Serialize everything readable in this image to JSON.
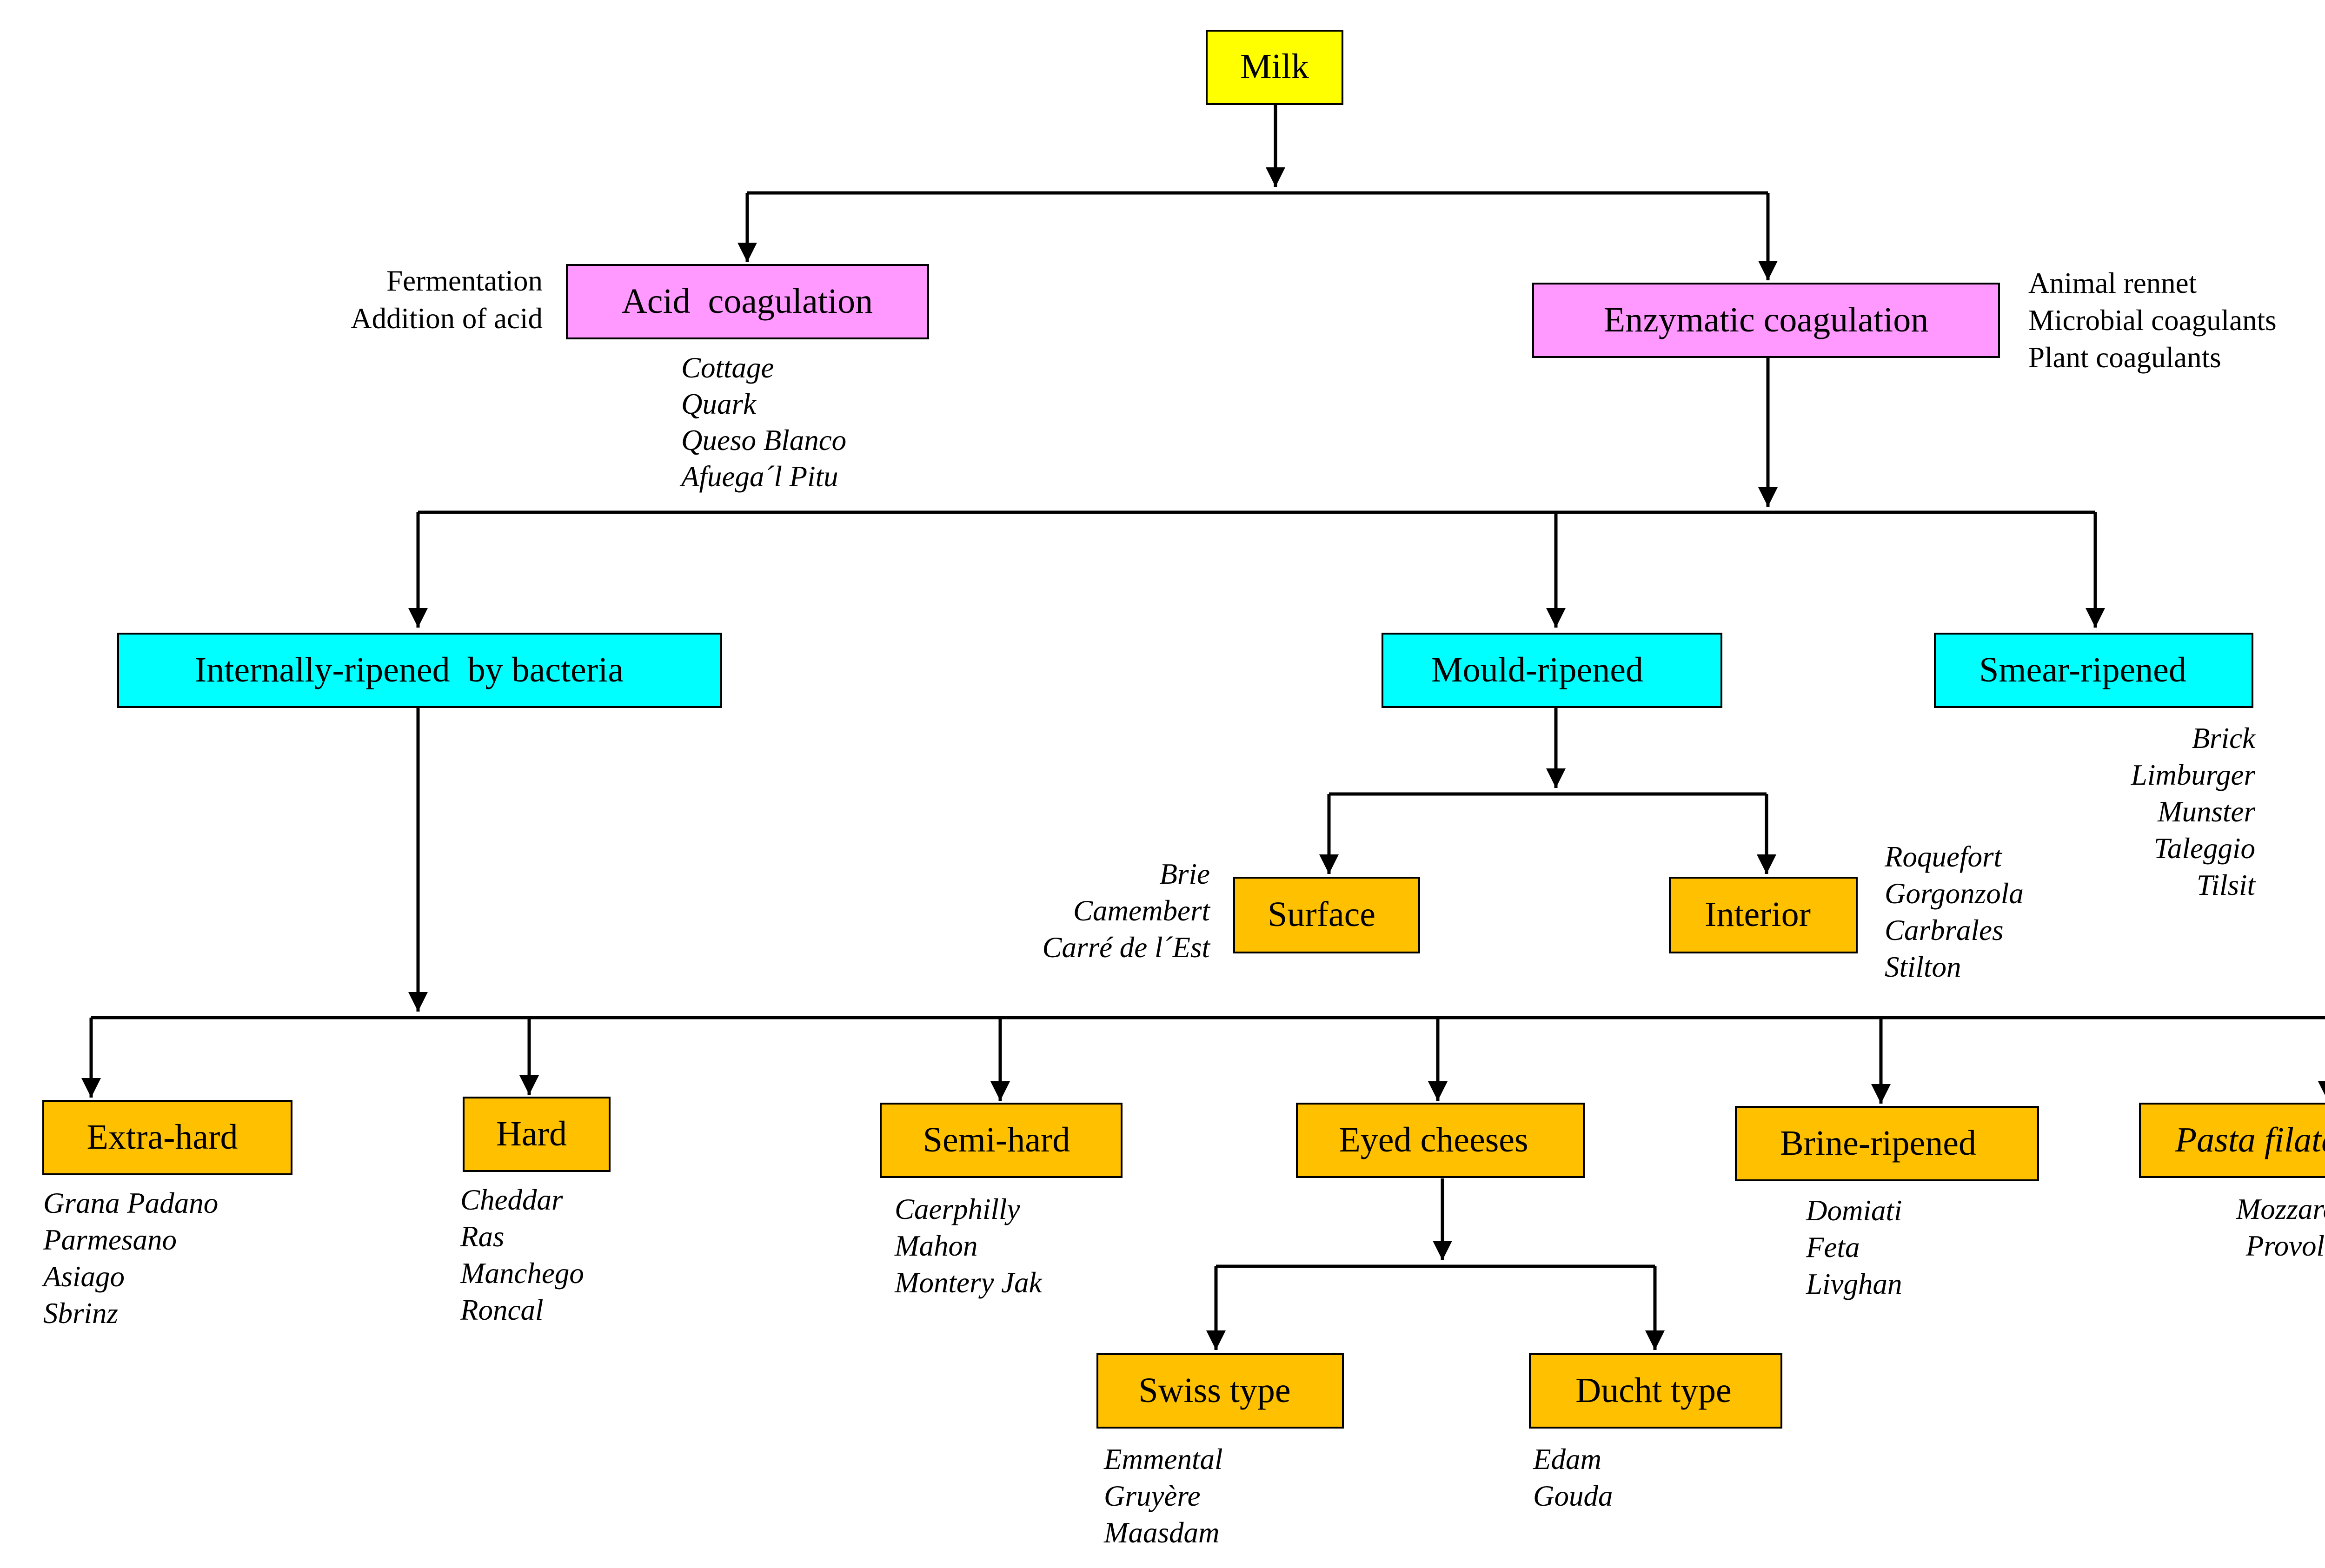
{
  "colors": {
    "milk": "#FFFF00",
    "coagulation": "#FF99FF",
    "ripening": "#00FFFF",
    "type": "#FFC000",
    "line": "#000000"
  },
  "nodes": {
    "milk": {
      "label": "Milk"
    },
    "acid": {
      "label": "Acid  coagulation"
    },
    "enzymatic": {
      "label": "Enzymatic coagulation"
    },
    "internal": {
      "label": "Internally-ripened  by bacteria"
    },
    "mould": {
      "label": "Mould-ripened"
    },
    "smear": {
      "label": "Smear-ripened"
    },
    "surface": {
      "label": "Surface"
    },
    "interior": {
      "label": "Interior"
    },
    "extra_hard": {
      "label": "Extra-hard"
    },
    "hard": {
      "label": "Hard"
    },
    "semi_hard": {
      "label": "Semi-hard"
    },
    "eyed": {
      "label": "Eyed cheeses"
    },
    "brine": {
      "label": "Brine-ripened"
    },
    "pasta": {
      "label": "Pasta filata"
    },
    "swiss": {
      "label": "Swiss type"
    },
    "dutch": {
      "label": "Ducht type"
    }
  },
  "annotations": {
    "acid_methods": [
      "Fermentation",
      "Addition of acid"
    ],
    "enzymatic_methods": [
      "Animal rennet",
      "Microbial coagulants",
      "Plant coagulants"
    ]
  },
  "examples": {
    "acid": [
      "Cottage",
      "Quark",
      "Queso Blanco",
      "Afuega´l Pitu"
    ],
    "smear": [
      "Brick",
      "Limburger",
      "Munster",
      "Taleggio",
      "Tilsit"
    ],
    "surface": [
      "Brie",
      "Camembert",
      "Carré de l´Est"
    ],
    "interior": [
      "Roquefort",
      "Gorgonzola",
      "Carbrales",
      "Stilton"
    ],
    "extra_hard": [
      "Grana Padano",
      "Parmesano",
      "Asiago",
      "Sbrinz"
    ],
    "hard": [
      "Cheddar",
      "Ras",
      "Manchego",
      "Roncal"
    ],
    "semi_hard": [
      "Caerphilly",
      "Mahon",
      "Montery Jak"
    ],
    "brine": [
      "Domiati",
      "Feta",
      "Livghan"
    ],
    "pasta": [
      "Mozzarella",
      "Provolone"
    ],
    "swiss": [
      "Emmental",
      "Gruyère",
      "Maasdam"
    ],
    "dutch": [
      "Edam",
      "Gouda"
    ]
  }
}
